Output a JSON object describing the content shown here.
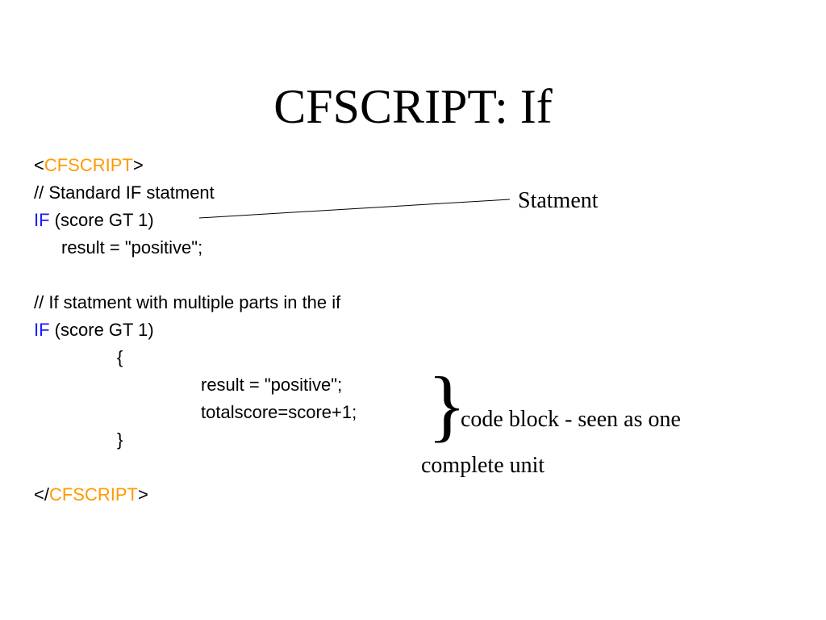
{
  "title": "CFSCRIPT: If",
  "code": {
    "open_tag_lt": "<",
    "open_tag_name": "CFSCRIPT",
    "open_tag_gt": ">",
    "comment1": "// Standard IF statment",
    "if1_keyword": "IF",
    "if1_condition": " (score GT 1)",
    "assign1": "result = \"positive\";",
    "comment2": "// If statment with multiple parts in the if",
    "if2_keyword": "IF",
    "if2_condition": " (score GT 1)",
    "brace_open": "{",
    "assign2": "result = \"positive\";",
    "assign3": "totalscore=score+1;",
    "brace_close": "}",
    "close_tag_lt": "</",
    "close_tag_name": "CFSCRIPT",
    "close_tag_gt": ">"
  },
  "annotations": {
    "statement_label": "Statment",
    "big_brace": "}",
    "code_block_line1": "code block - seen as one",
    "code_block_line2": "complete unit"
  },
  "colors": {
    "tag_name": "#ff9900",
    "keyword": "#1a1aff",
    "text": "#000000"
  }
}
